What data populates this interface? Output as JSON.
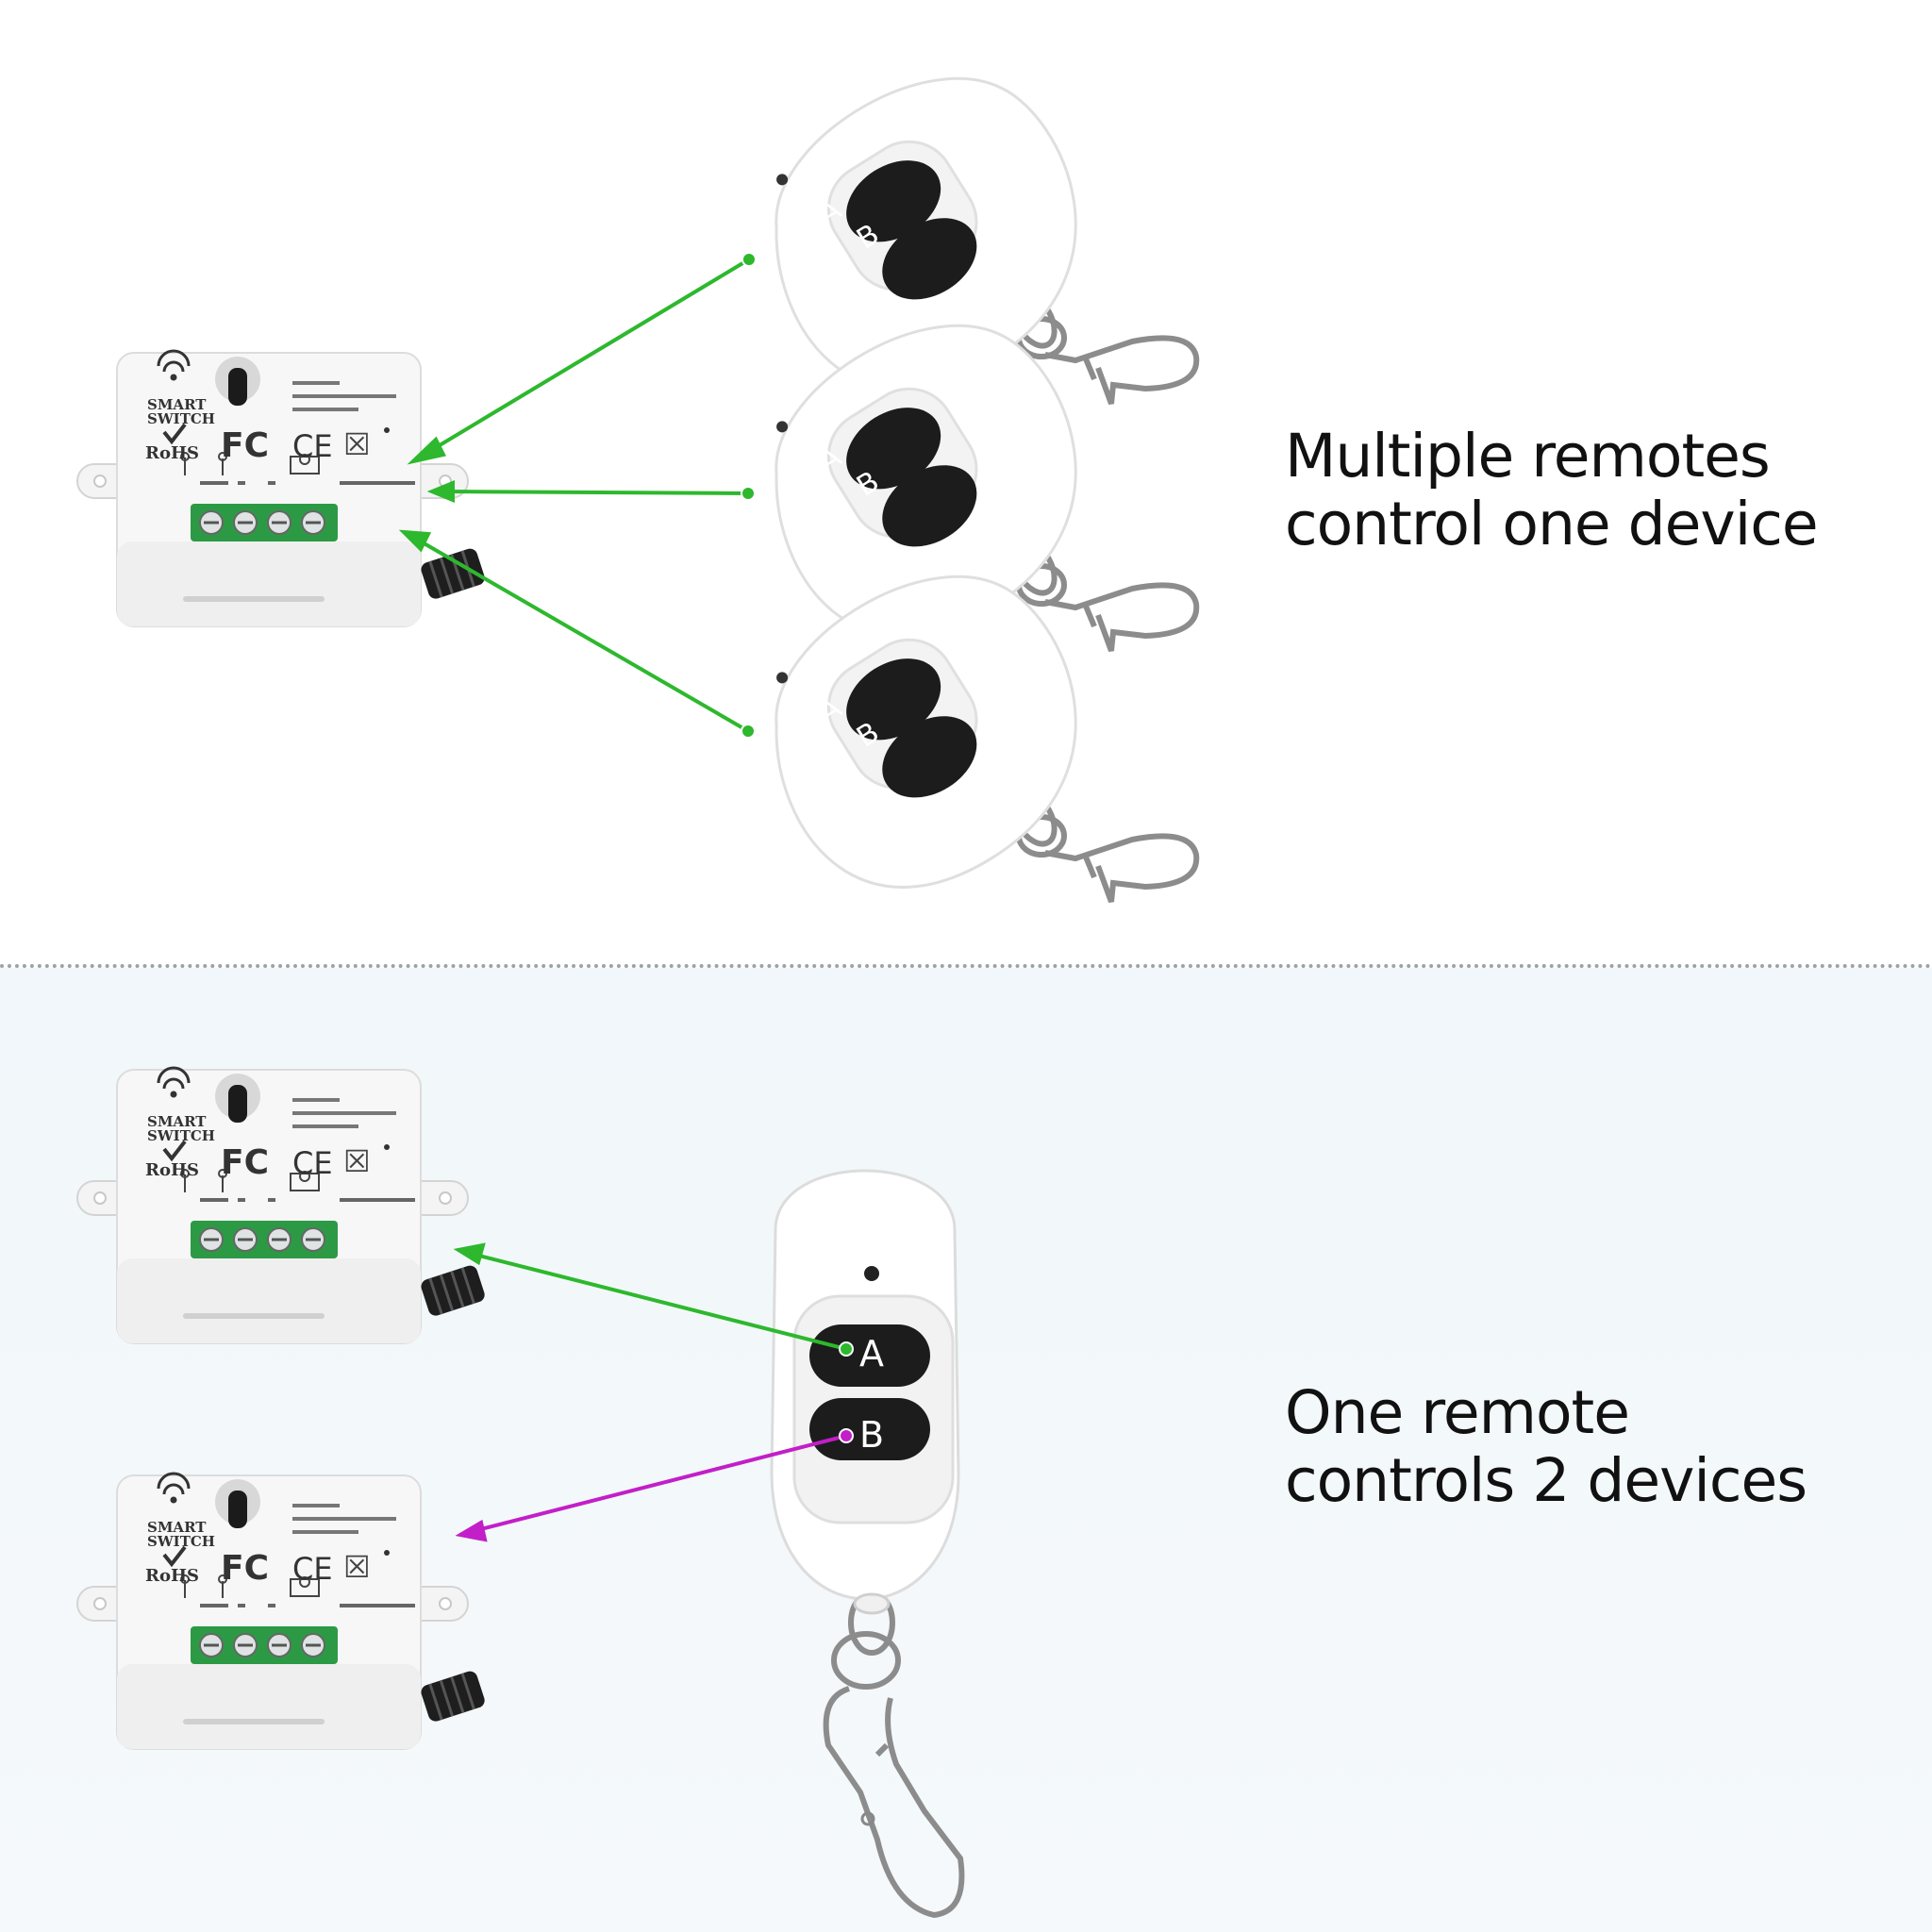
{
  "top_section": {
    "caption_line1": "Multiple remotes",
    "caption_line2": "control one device",
    "arrow_color": "#2db82d",
    "remote_button_labels": [
      "A",
      "B"
    ]
  },
  "bottom_section": {
    "caption_line1": "One remote",
    "caption_line2": "controls 2 devices",
    "arrow_a_color": "#2db82d",
    "arrow_b_color": "#c21fc8",
    "remote_button_labels": [
      "A",
      "B"
    ]
  },
  "switch_module": {
    "brand_line1": "SMART",
    "brand_line2": "SWITCH",
    "cert_rohs": "RoHS",
    "cert_fc": "FC",
    "cert_ce": "CE",
    "icon": "wifi-icon"
  }
}
